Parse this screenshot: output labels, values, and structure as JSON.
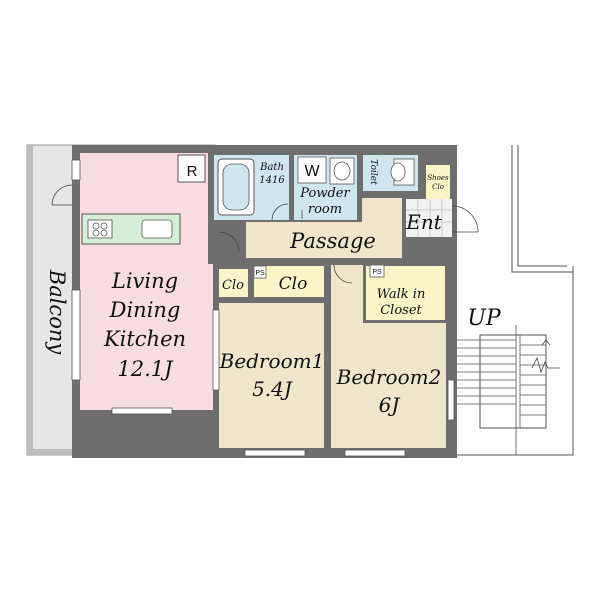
{
  "labels": {
    "balcony": "Balcony",
    "ldk": [
      "Living",
      "Dining",
      "Kitchen",
      "12.1J"
    ],
    "refrigerator": "R",
    "bath": [
      "Bath",
      "1416"
    ],
    "washer": "W",
    "powder_room": [
      "Powder",
      "room"
    ],
    "toilet": "Toilet",
    "shoe_closet": [
      "Shoes",
      "Clo"
    ],
    "entrance": "Ent",
    "passage": "Passage",
    "closet_ldk": "Clo",
    "closet_bed1": "Clo",
    "pipe_space_1": "PS",
    "pipe_space_2": "PS",
    "walk_in_closet": [
      "Walk in",
      "Closet"
    ],
    "bedroom1": [
      "Bedroom1",
      "5.4J"
    ],
    "bedroom2": [
      "Bedroom2",
      "6J"
    ],
    "stairs": "UP"
  },
  "colors": {
    "wall": "#6e6e6e",
    "ldk_floor": "#f7dde2",
    "bedroom_floor": "#efe6cb",
    "closet_floor": "#faf5c8",
    "wet_area_floor": "#cfe6ef",
    "passage_floor": "#efe6cb",
    "balcony_floor": "#e6e6e6",
    "entrance_floor": "#f2f2f2"
  }
}
